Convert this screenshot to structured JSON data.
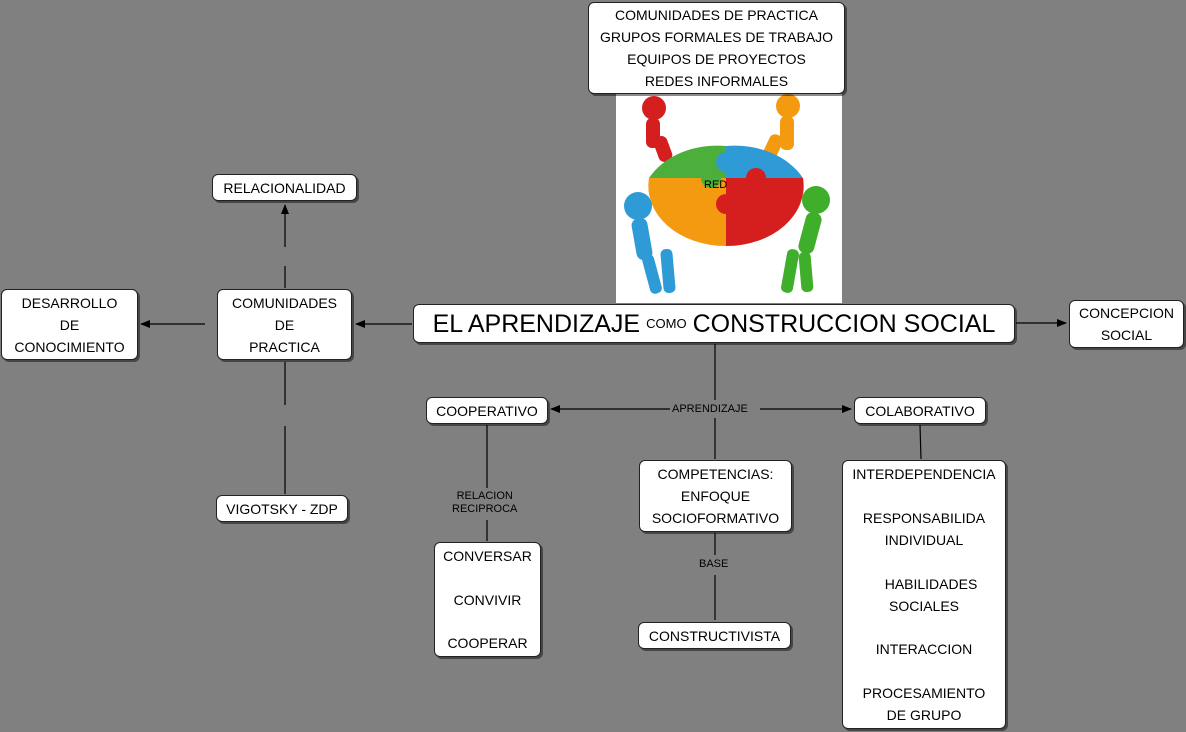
{
  "main": {
    "title_part1": "EL APRENDIZAJE",
    "title_small": "COMO",
    "title_part2": "CONSTRUCCION SOCIAL"
  },
  "nodes": {
    "groups": [
      "COMUNIDADES DE PRACTICA",
      "GRUPOS FORMALES DE TRABAJO",
      "EQUIPOS DE PROYECTOS",
      "REDES INFORMALES"
    ],
    "relacionalidad": "RELACIONALIDAD",
    "desarrollo": [
      "DESARROLLO",
      "DE",
      "CONOCIMIENTO"
    ],
    "comunidades": [
      "COMUNIDADES",
      "DE",
      "PRACTICA"
    ],
    "concepcion": [
      "CONCEPCION",
      "SOCIAL"
    ],
    "vigotsky": "VIGOTSKY - ZDP",
    "cooperativo": "COOPERATIVO",
    "colaborativo": "COLABORATIVO",
    "competencias": [
      "COMPETENCIAS:",
      "ENFOQUE",
      "SOCIOFORMATIVO"
    ],
    "constructivista": "CONSTRUCTIVISTA",
    "conversar": [
      "CONVERSAR",
      "CONVIVIR",
      "COOPERAR"
    ],
    "interdependencia": [
      "INTERDEPENDENCIA",
      "RESPONSABILIDA",
      "INDIVIDUAL",
      "HABILIDADES",
      "SOCIALES",
      "INTERACCION",
      "PROCESAMIENTO",
      "DE GRUPO"
    ]
  },
  "edge_labels": {
    "red": "RED",
    "aprendizaje": "APRENDIZAJE",
    "relacion": [
      "RELACION",
      "RECIPROCA"
    ],
    "base": "BASE"
  },
  "illustration": {
    "icon": "puzzle-people-icon",
    "colors": [
      "#d51f1f",
      "#2e9bd6",
      "#f39a11",
      "#3fae2a"
    ]
  }
}
